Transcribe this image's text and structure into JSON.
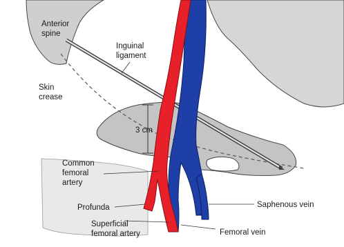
{
  "diagram": {
    "labels": {
      "anterior_spine": [
        "Anterior",
        "spine"
      ],
      "inguinal_ligament": [
        "Inguinal",
        "ligament"
      ],
      "skin_crease": [
        "Skin",
        "crease"
      ],
      "distance": "3 cm",
      "common_femoral_artery": [
        "Common",
        "femoral",
        "artery"
      ],
      "profunda": "Profunda",
      "superficial_femoral_artery": [
        "Superficial",
        "femoral artery"
      ],
      "saphenous_vein": "Saphenous vein",
      "femoral_vein": "Femoral vein"
    },
    "colors": {
      "artery": "#e8202a",
      "vein": "#1f3fa8",
      "bone": "#c9c9c9",
      "outline": "#3a3a3a"
    }
  }
}
